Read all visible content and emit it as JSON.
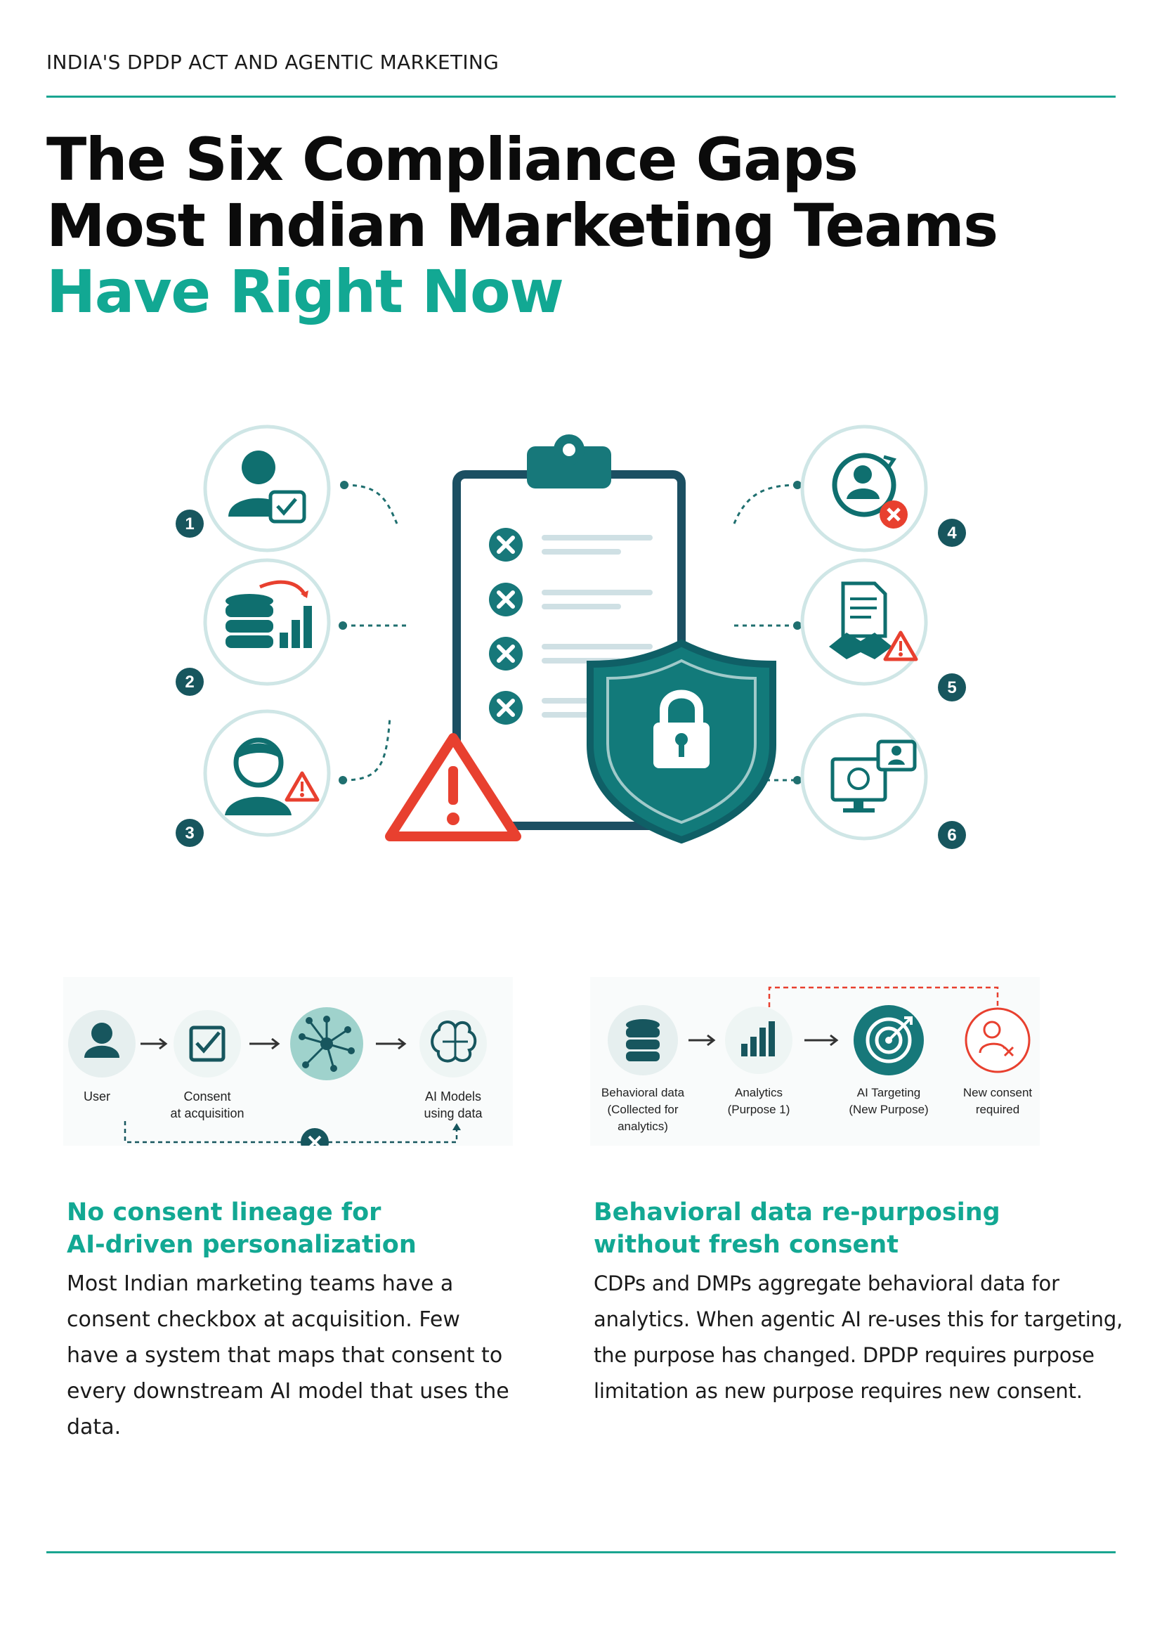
{
  "header": {
    "label": "INDIA'S DPDP ACT AND AGENTIC MARKETING"
  },
  "title": {
    "line1": "The Six Compliance Gaps",
    "line2": "Most Indian Marketing Teams",
    "line3": "Have Right Now"
  },
  "illustration": {
    "numbers": [
      "1",
      "2",
      "3",
      "4",
      "5",
      "6"
    ]
  },
  "flow_left": {
    "labels": {
      "user": "User",
      "consent_1": "Consent",
      "consent_2": "at acquisition",
      "ai_1": "AI Models",
      "ai_2": "using data"
    }
  },
  "flow_right": {
    "labels": {
      "behavioral_1": "Behavioral data",
      "behavioral_2": "(Collected for",
      "behavioral_3": "analytics)",
      "analytics_1": "Analytics",
      "analytics_2": "(Purpose 1)",
      "targeting_1": "AI Targeting",
      "targeting_2": "(New Purpose)",
      "newconsent_1": "New consent",
      "newconsent_2": "required"
    }
  },
  "gap1": {
    "title_lines": [
      "No consent lineage for",
      "AI-driven personalization"
    ],
    "body_lines": [
      "Most Indian marketing teams have a",
      "consent checkbox at acquisition. Few",
      "have a system that maps that consent to",
      "every downstream AI model that uses the",
      "data."
    ]
  },
  "gap2": {
    "title_lines": [
      "Behavioral data re-purposing",
      "without fresh consent"
    ],
    "body_lines": [
      "CDPs and DMPs aggregate behavioral data for",
      "analytics. When agentic AI re-uses this for targeting,",
      "the purpose has changed. DPDP requires purpose",
      "limitation as new purpose requires new consent."
    ]
  },
  "colors": {
    "teal": "#12a893",
    "dark_teal": "#0f6f6f",
    "red": "#e8402f"
  }
}
